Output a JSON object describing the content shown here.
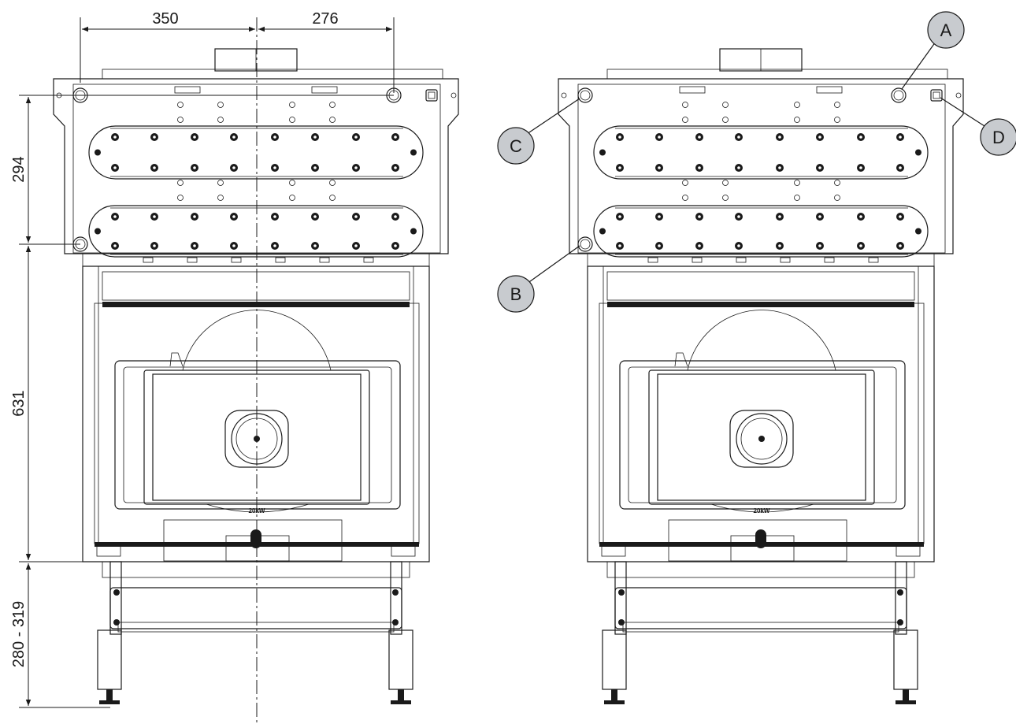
{
  "dimensions": {
    "top_left": "350",
    "top_right": "276",
    "side_upper": "294",
    "side_middle": "631",
    "side_lower": "280 - 319"
  },
  "callouts": {
    "a": "A",
    "b": "B",
    "c": "C",
    "d": "D"
  },
  "rating_labels": {
    "left": "20kW",
    "right": "20kW"
  },
  "colors": {
    "line": "#1a1a1a",
    "callout_fill": "#c8cbcf"
  }
}
